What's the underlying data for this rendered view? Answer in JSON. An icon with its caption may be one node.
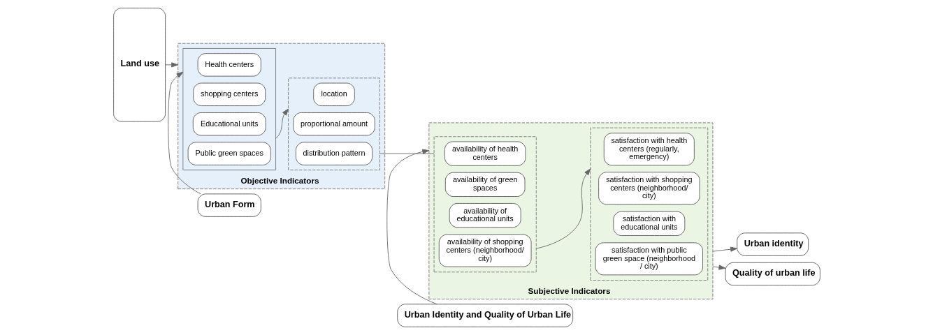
{
  "diagram": {
    "nodes": [
      {
        "text": [
          "Urban Form"
        ]
      },
      {
        "text": [
          "Urban Identity and Quality of Urban Life"
        ]
      },
      {
        "text": [
          "Land use"
        ]
      },
      {
        "text": [
          "Objective Indicators"
        ]
      },
      {
        "text": [],
        "shape": "box",
        "in": 3
      },
      {
        "text": [
          "Health centers"
        ],
        "in": 4
      },
      {
        "text": [
          "shopping centers"
        ],
        "in": 4
      },
      {
        "text": [
          "Educational units"
        ],
        "in": 4
      },
      {
        "text": [
          "Public green spaces"
        ],
        "in": 4
      },
      {
        "text": [],
        "shape": "box",
        "in": 3
      },
      {
        "text": [
          "location"
        ],
        "in": 9
      },
      {
        "text": [
          "proportional amount"
        ],
        "in": 9
      },
      {
        "text": [
          "distribution pattern"
        ],
        "in": 9
      },
      {
        "text": [
          "Subjective Indicators"
        ]
      },
      {
        "text": [],
        "shape": "box",
        "in": 13
      },
      {
        "text": [
          "availability of health centers"
        ],
        "in": 14
      },
      {
        "text": [
          "availability of green spaces"
        ],
        "in": 14
      },
      {
        "text": [
          "availability of educational units"
        ],
        "in": 14
      },
      {
        "text": [
          "availability of shopping centers (neighborhood/ city)"
        ],
        "in": 14
      },
      {
        "text": [],
        "shape": "box",
        "in": 13
      },
      {
        "text": [
          "satisfaction with health centers (regularly, emergency)"
        ],
        "in": 19
      },
      {
        "text": [
          "satisfaction with shopping centers (neighborhood/ city)"
        ],
        "in": 19
      },
      {
        "text": [
          "satisfaction with educational units"
        ],
        "in": 19
      },
      {
        "text": [
          "satisfaction with public green space (neighborhood / city)"
        ],
        "in": 19
      },
      {
        "text": [
          "Urban identity"
        ]
      },
      {
        "text": [
          "Quality of urban life"
        ]
      }
    ],
    "edges": [
      {
        "from": 0,
        "to": 4,
        "arrow": "to"
      },
      {
        "from": 1,
        "to": 13,
        "arrow": "to"
      },
      {
        "from": 2,
        "to": 3,
        "arrow": "to"
      },
      {
        "from": 4,
        "to": 9,
        "arrow": "to"
      },
      {
        "from": 9,
        "to": 14,
        "arrow": "none"
      },
      {
        "from": 14,
        "to": 19,
        "arrow": "to"
      },
      {
        "from": 13,
        "to": 24,
        "arrow": "to"
      },
      {
        "from": 13,
        "to": 25,
        "arrow": "to"
      }
    ]
  }
}
